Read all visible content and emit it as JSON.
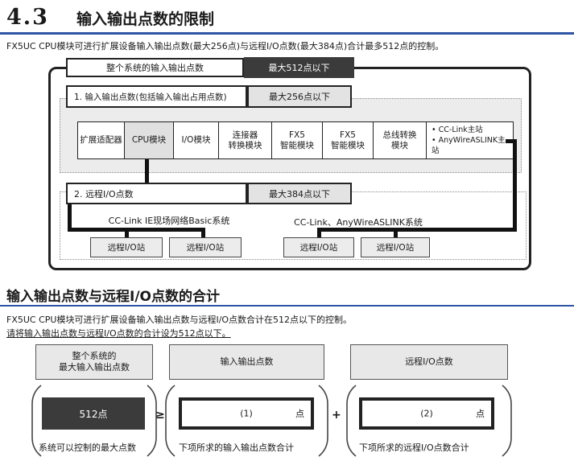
{
  "page": {
    "section_number": "4.3",
    "section_title": "输入输出点数的限制",
    "section_intro": "FX5UC CPU模块可进行扩展设备输入输出点数(最大256点)与远程I/O点数(最大384点)合计最多512点的控制。",
    "subsection_title": "输入输出点数与远程I/O点数的合计",
    "subsection_intro": "FX5UC CPU模块可进行扩展设备输入输出点数与远程I/O点数合计在512点以下的控制。",
    "subsection_note": "请将输入输出点数与远程I/O点数的合计设为512点以下。",
    "accent_color": "#2e55a5"
  },
  "diagram1": {
    "total_label": "整个系统的输入输出点数",
    "total_limit": "最大512点以下",
    "section1_label": "1. 输入输出点数(包括输入输出占用点数)",
    "section1_limit": "最大256点以下",
    "modules": [
      "扩展适配器",
      "CPU模块",
      "I/O模块",
      "连接器\n转换模块",
      "FX5\n智能模块",
      "FX5\n智能模块",
      "总线转换\n模块"
    ],
    "masters": [
      "• CC-Link主站",
      "• AnyWireASLINK主站"
    ],
    "section2_label": "2. 远程I/O点数",
    "section2_limit": "最大384点以下",
    "network1_label": "CC-Link IE现场网络Basic系统",
    "network2_label": "CC-Link、AnyWireASLINK系统",
    "remote_station_label": "远程I/O站"
  },
  "summary": {
    "col1": {
      "header": "整个系统的\n最大输入输出点数",
      "value": "512点",
      "caption": "系统可以控制的最大点数"
    },
    "operator1": "≥",
    "col2": {
      "header": "输入输出点数",
      "value_id": "(1)",
      "unit": "点",
      "caption": "下项所求的输入输出点数合计"
    },
    "operator2": "+",
    "col3": {
      "header": "远程I/O点数",
      "value_id": "(2)",
      "unit": "点",
      "caption": "下项所求的远程I/O点数合计"
    }
  }
}
